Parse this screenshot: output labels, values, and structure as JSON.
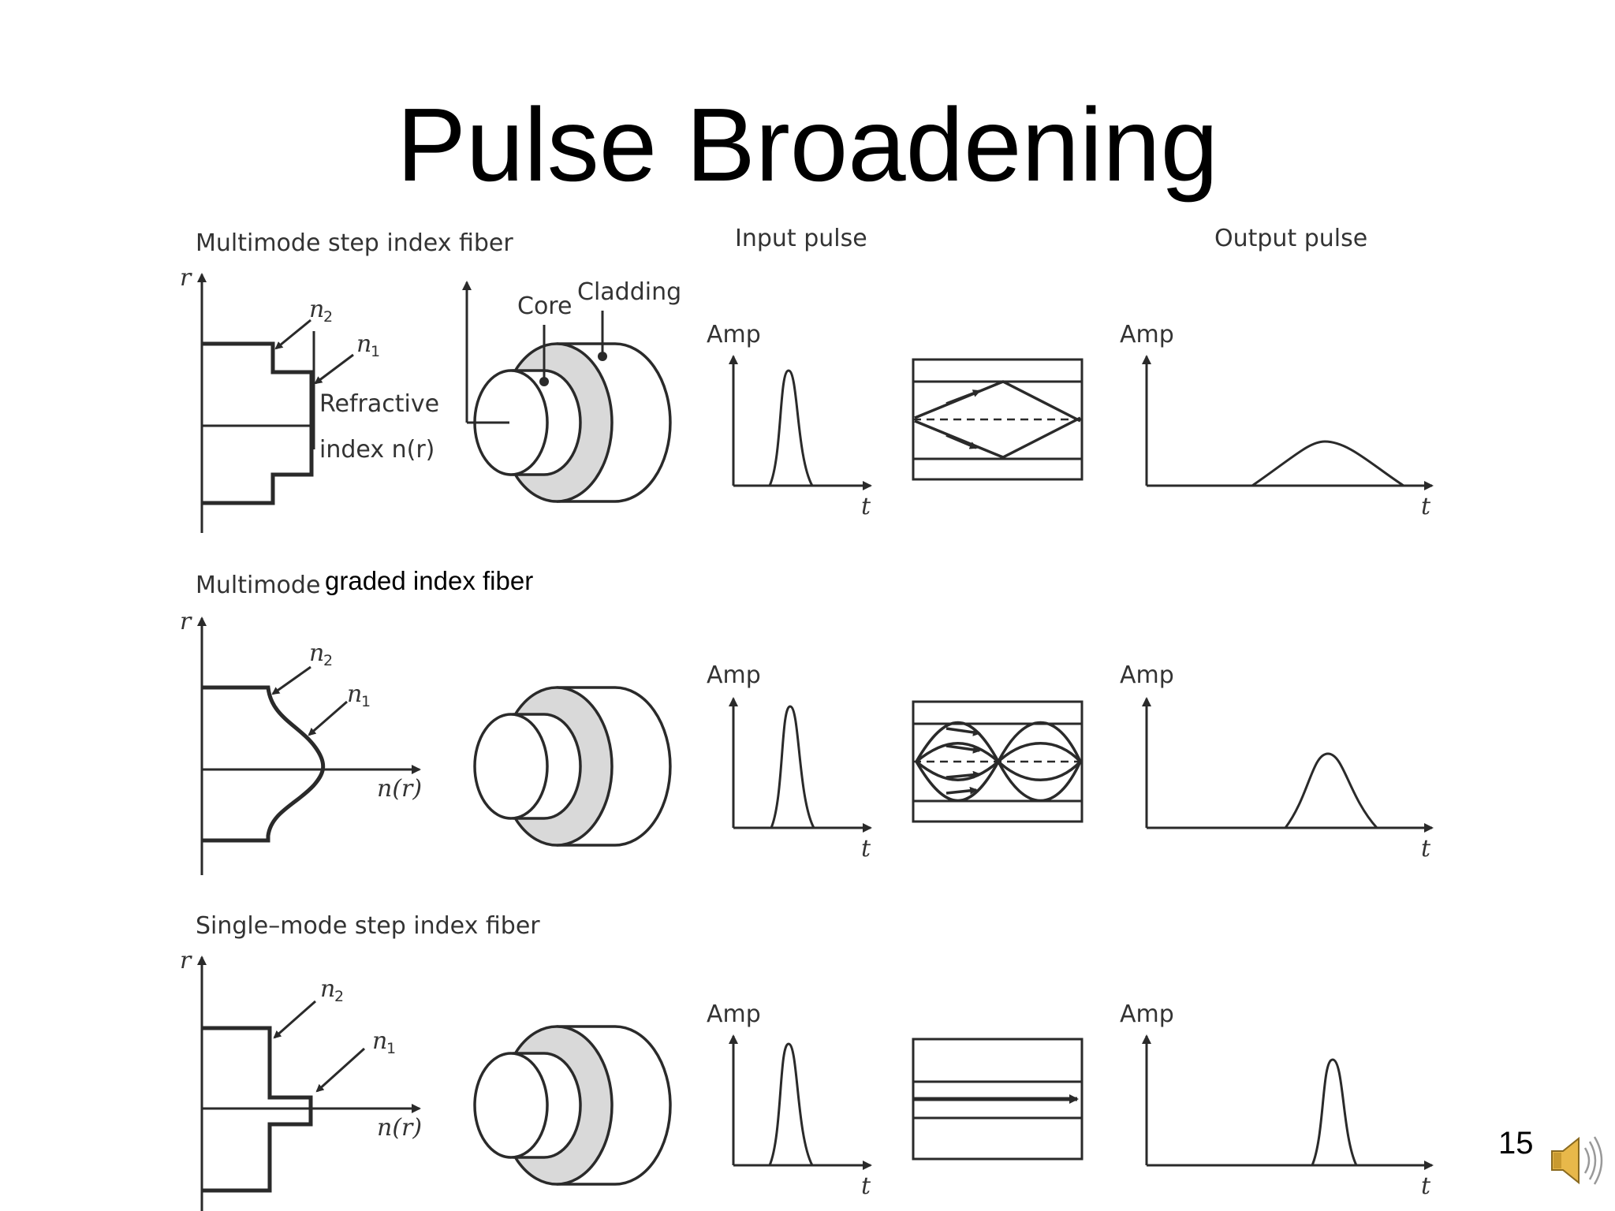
{
  "slide": {
    "title": "Pulse Broadening",
    "page_number": "15",
    "overlay_label": "graded index fiber"
  },
  "diagram": {
    "column_headers": {
      "input": "Input pulse",
      "output": "Output pulse"
    },
    "rows": [
      {
        "label": "Multimode step index fiber",
        "profile_labels": {
          "r": "r",
          "n2": "n",
          "n2_sub": "2",
          "n1": "n",
          "n1_sub": "1",
          "refractive": "Refractive",
          "index": "index n(r)"
        },
        "cross_section_labels": {
          "core": "Core",
          "cladding": "Cladding"
        },
        "input_axis": {
          "y": "Amp",
          "x": "t"
        },
        "output_axis": {
          "y": "Amp",
          "x": "t"
        }
      },
      {
        "label": "Multimode ",
        "profile_labels": {
          "r": "r",
          "n2": "n",
          "n2_sub": "2",
          "n1": "n",
          "n1_sub": "1",
          "nr": "n(r)"
        },
        "input_axis": {
          "y": "Amp",
          "x": "t"
        },
        "output_axis": {
          "y": "Amp",
          "x": "t"
        }
      },
      {
        "label": "Single–mode step index fiber",
        "profile_labels": {
          "r": "r",
          "n2": "n",
          "n2_sub": "2",
          "n1": "n",
          "n1_sub": "1",
          "nr": "n(r)"
        },
        "input_axis": {
          "y": "Amp",
          "x": "t"
        },
        "output_axis": {
          "y": "Amp",
          "x": "t"
        }
      }
    ]
  },
  "icons": {
    "speaker": "speaker-icon"
  }
}
